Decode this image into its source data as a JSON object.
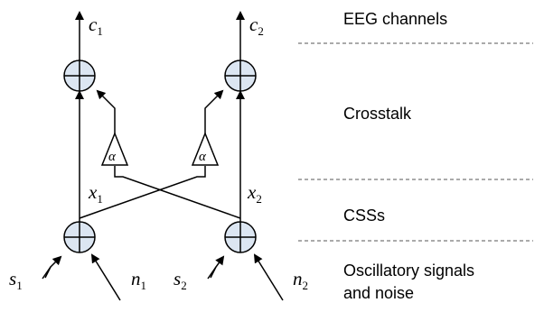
{
  "outputs": [
    {
      "symbol": "c",
      "subscript": "1"
    },
    {
      "symbol": "c",
      "subscript": "2"
    }
  ],
  "intermediates": [
    {
      "symbol": "x",
      "subscript": "1"
    },
    {
      "symbol": "x",
      "subscript": "2"
    }
  ],
  "inputs": {
    "signals": [
      {
        "symbol": "s",
        "subscript": "1"
      },
      {
        "symbol": "s",
        "subscript": "2"
      }
    ],
    "noises": [
      {
        "symbol": "n",
        "subscript": "1"
      },
      {
        "symbol": "n",
        "subscript": "2"
      }
    ]
  },
  "gain_symbol": "α",
  "sections": [
    {
      "label": "EEG channels"
    },
    {
      "label": "Crosstalk"
    },
    {
      "label": "CSSs"
    },
    {
      "label": "Oscillatory signals",
      "label_line2": "and noise"
    }
  ],
  "colors": {
    "line": "#000000",
    "summer_fill": "#dce6f2",
    "separator": "#555555"
  }
}
